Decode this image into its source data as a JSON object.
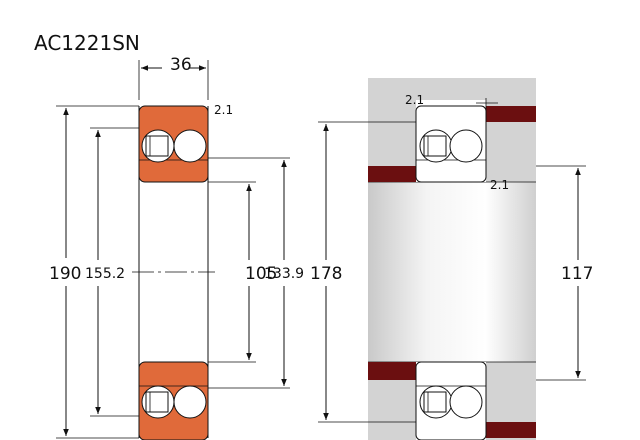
{
  "title": "AC1221SN",
  "dimensions": {
    "width": "36",
    "chamfer_top": "2.1",
    "outer_diameter": "190",
    "outer_ring_inner": "155.2",
    "bore": "105",
    "inner_ring_outer": "133.9",
    "housing_shoulder": "178",
    "shaft_shoulder": "117",
    "chamfer_mount_top": "2.1",
    "chamfer_mount_side": "2.1"
  },
  "colors": {
    "ring": "#e06a3a",
    "housing": "#d3d3d3",
    "shaft_dark": "#6b0f10",
    "line": "#111111"
  }
}
